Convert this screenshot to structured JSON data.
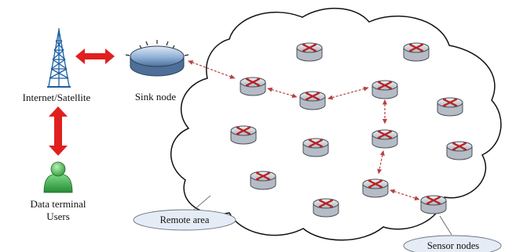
{
  "labels": {
    "internet": "Internet/Satellite",
    "sink": "Sink node",
    "users_line1": "Data terminal",
    "users_line2": "Users",
    "remote_area": "Remote area",
    "sensor_nodes": "Sensor nodes"
  },
  "colors": {
    "thick_arrow": "#e0201e",
    "dashed_arrow": "#b84040",
    "cloud_stroke": "#111111",
    "node_body": "#c9ced6",
    "node_top": "#eef1f5",
    "node_mark": "#b82020",
    "sink_fill": "#8fb0d6",
    "tower": "#1a5fa0",
    "user": "#3db24a",
    "callout_fill": "#e6ecf5"
  },
  "icons": {
    "tower": "radio-tower-icon",
    "sink": "sink-node-icon",
    "user": "user-icon",
    "sensor": "sensor-router-icon"
  }
}
